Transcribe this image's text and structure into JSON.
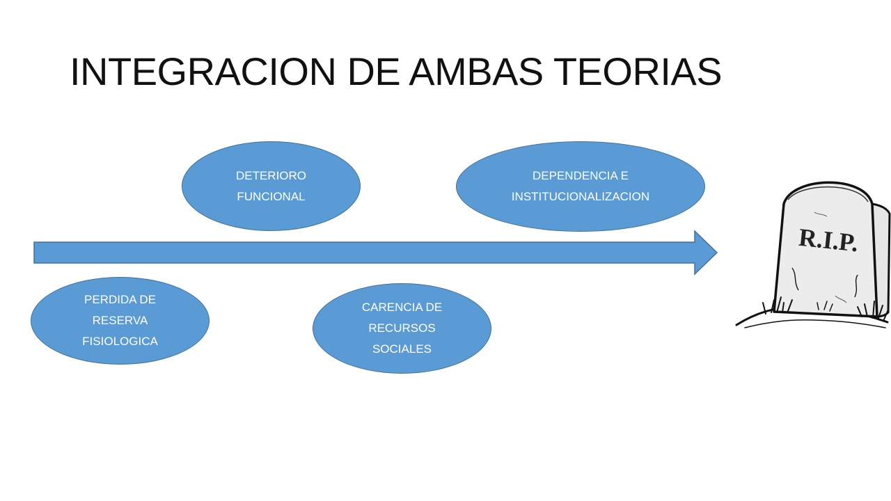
{
  "slide": {
    "title": "INTEGRACION DE AMBAS TEORIAS"
  },
  "diagram": {
    "arrow_direction": "right",
    "colors": {
      "node_fill": "#5b9bd5",
      "node_border": "#41719c",
      "node_text": "#ffffff",
      "title_text": "#111111"
    },
    "nodes": [
      {
        "id": "deterioro",
        "label": "DETERIORO\nFUNCIONAL"
      },
      {
        "id": "dependencia",
        "label": "DEPENDENCIA E\nINSTITUCIONALIZACION"
      },
      {
        "id": "perdida",
        "label": "PERDIDA DE\nRESERVA\nFISIOLOGICA"
      },
      {
        "id": "carencia",
        "label": "CARENCIA DE\nRECURSOS\nSOCIALES"
      }
    ],
    "endpoint": {
      "icon": "tombstone-icon",
      "text": "R.I.P."
    }
  }
}
